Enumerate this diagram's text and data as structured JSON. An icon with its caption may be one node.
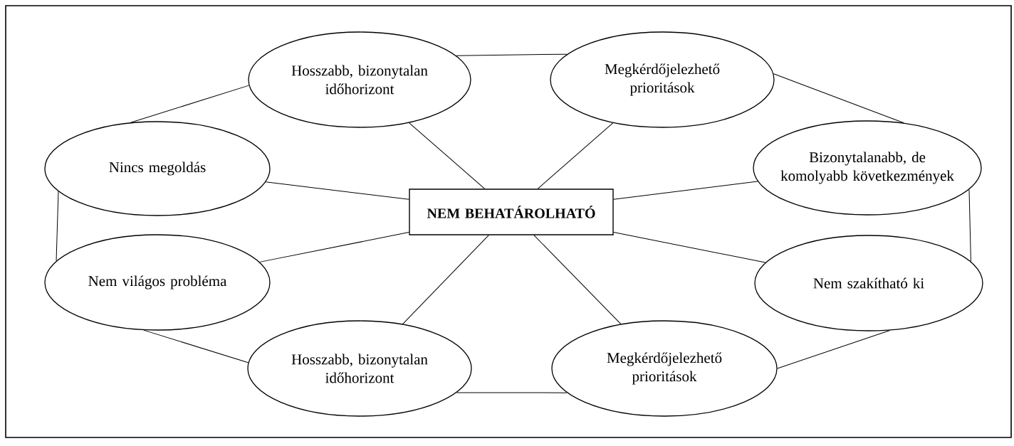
{
  "diagram": {
    "nodes": [
      {
        "text": [
          "Hosszabb, bizonytalan időhorizont"
        ]
      },
      {
        "text": [
          "Megkérdőjelezhető prioritások"
        ]
      },
      {
        "text": [
          "Nincs megoldás"
        ]
      },
      {
        "text": [
          "NEM BEHATÁROLHATÓ"
        ]
      },
      {
        "text": [
          "Bizonytalanabb, de komolyabb következmények"
        ]
      },
      {
        "text": [
          "Nem világos probléma"
        ]
      },
      {
        "text": [
          "Nem szakítható ki"
        ]
      },
      {
        "text": [
          "Hosszabb, bizonytalan időhorizont"
        ]
      },
      {
        "text": [
          "Megkérdőjelezhető prioritások"
        ]
      }
    ],
    "edges": [
      {
        "from": 3,
        "to": 0,
        "arrow": "none"
      },
      {
        "from": 3,
        "to": 1,
        "arrow": "none"
      },
      {
        "from": 3,
        "to": 2,
        "arrow": "none"
      },
      {
        "from": 3,
        "to": 4,
        "arrow": "none"
      },
      {
        "from": 3,
        "to": 5,
        "arrow": "none"
      },
      {
        "from": 3,
        "to": 6,
        "arrow": "none"
      },
      {
        "from": 3,
        "to": 7,
        "arrow": "none"
      },
      {
        "from": 3,
        "to": 8,
        "arrow": "none"
      },
      {
        "from": 0,
        "to": 1,
        "arrow": "none"
      },
      {
        "from": 0,
        "to": 2,
        "arrow": "none"
      },
      {
        "from": 1,
        "to": 4,
        "arrow": "none"
      },
      {
        "from": 2,
        "to": 5,
        "arrow": "none"
      },
      {
        "from": 4,
        "to": 6,
        "arrow": "none"
      },
      {
        "from": 5,
        "to": 7,
        "arrow": "none"
      },
      {
        "from": 7,
        "to": 8,
        "arrow": "none"
      },
      {
        "from": 6,
        "to": 8,
        "arrow": "none"
      }
    ]
  }
}
